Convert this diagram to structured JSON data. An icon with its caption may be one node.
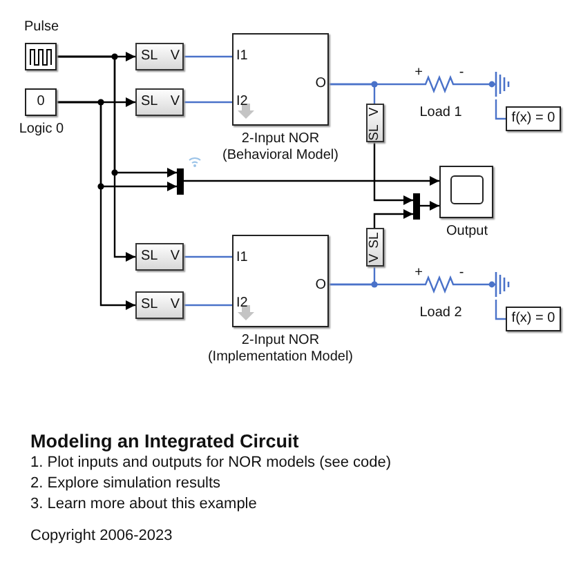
{
  "diagram": {
    "title": "Modeling an Integrated Circuit",
    "nodes": [
      {
        "text": [
          "Pulse"
        ]
      },
      {
        "text": [
          "0",
          "Logic 0"
        ]
      },
      {
        "text": [
          "SL",
          "V"
        ]
      },
      {
        "text": [
          "SL",
          "V"
        ]
      },
      {
        "text": [
          "I1",
          "I2",
          "O",
          "2-Input NOR (Behavioral Model)"
        ]
      },
      {
        "text": [
          "+",
          "-",
          "Load 1"
        ]
      },
      {
        "text": [],
        "shape": "ground"
      },
      {
        "text": [
          "f(x) = 0"
        ]
      },
      {
        "text": [
          "SL",
          "V"
        ]
      },
      {
        "text": [],
        "shape": "bar"
      },
      {
        "text": [
          "Output"
        ]
      },
      {
        "text": [],
        "shape": "bar"
      },
      {
        "text": [
          "SL",
          "V"
        ]
      },
      {
        "text": [
          "SL",
          "V"
        ]
      },
      {
        "text": [
          "I1",
          "I2",
          "O",
          "2-Input NOR (Implementation Model)"
        ]
      },
      {
        "text": [
          "V",
          "SL"
        ]
      },
      {
        "text": [
          "+",
          "-",
          "Load 2"
        ]
      },
      {
        "text": [],
        "shape": "ground"
      },
      {
        "text": [
          "f(x) = 0"
        ]
      }
    ],
    "edges": [
      {
        "from": 0,
        "to": 2,
        "arrow": "to",
        "color": "#000000"
      },
      {
        "from": 0,
        "to": 9,
        "arrow": "to",
        "color": "#000000"
      },
      {
        "from": 0,
        "to": 12,
        "arrow": "to",
        "color": "#000000"
      },
      {
        "from": 1,
        "to": 3,
        "arrow": "to",
        "color": "#000000"
      },
      {
        "from": 1,
        "to": 9,
        "arrow": "to",
        "color": "#000000"
      },
      {
        "from": 1,
        "to": 13,
        "arrow": "to",
        "color": "#000000"
      },
      {
        "from": 2,
        "to": 4,
        "arrow": "none"
      },
      {
        "from": 3,
        "to": 4,
        "arrow": "none"
      },
      {
        "from": 4,
        "to": 5,
        "arrow": "none"
      },
      {
        "from": 4,
        "to": 8,
        "arrow": "none"
      },
      {
        "from": 5,
        "to": 6,
        "arrow": "none"
      },
      {
        "from": 6,
        "to": 7,
        "arrow": "none"
      },
      {
        "from": 8,
        "to": 11,
        "arrow": "to",
        "color": "#000000"
      },
      {
        "from": 9,
        "to": 10,
        "arrow": "to",
        "color": "#000000"
      },
      {
        "from": 11,
        "to": 10,
        "arrow": "to",
        "color": "#000000"
      },
      {
        "from": 15,
        "to": 11,
        "arrow": "to",
        "color": "#000000"
      },
      {
        "from": 12,
        "to": 14,
        "arrow": "none"
      },
      {
        "from": 13,
        "to": 14,
        "arrow": "none"
      },
      {
        "from": 14,
        "to": 16,
        "arrow": "none"
      },
      {
        "from": 14,
        "to": 15,
        "arrow": "none"
      },
      {
        "from": 16,
        "to": 17,
        "arrow": "none"
      },
      {
        "from": 17,
        "to": 18,
        "arrow": "none"
      }
    ],
    "labels": [
      "1. Plot inputs and outputs for NOR models (see code)",
      "2. Explore simulation results",
      "3. Learn more about this example",
      "Copyright 2006-2023"
    ]
  }
}
